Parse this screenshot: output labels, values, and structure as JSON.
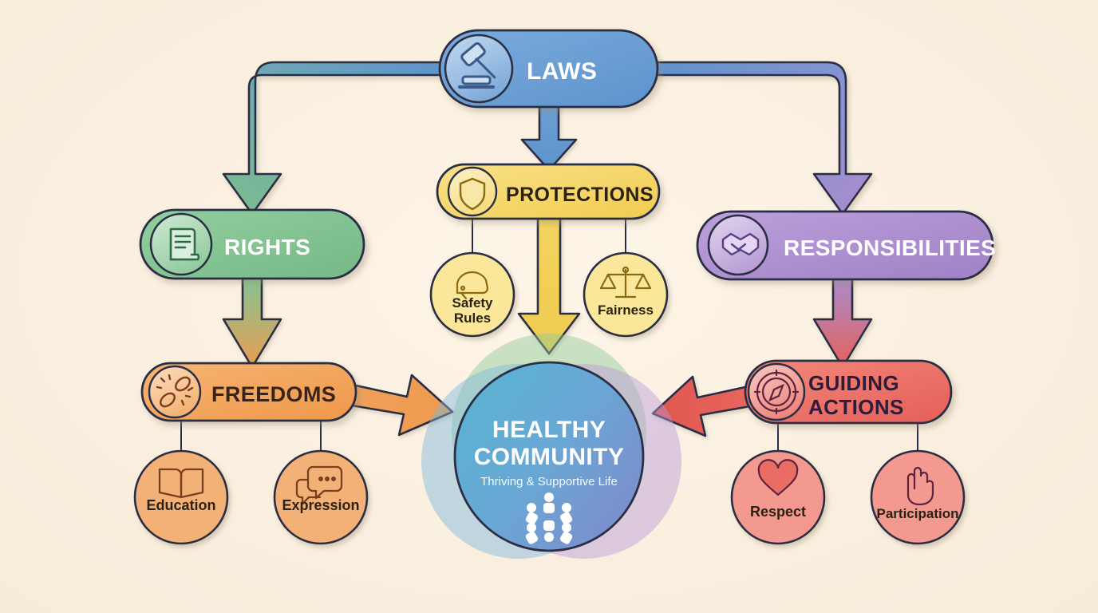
{
  "diagram": {
    "title": "Laws, Rights, Protections and Responsibilities flow",
    "background_color": "#fbf1e1",
    "stroke_color": "#2b2f45"
  },
  "nodes": {
    "laws": {
      "label": "LAWS",
      "icon": "gavel-icon",
      "fill_start": "#7aabdc",
      "fill_end": "#5d93cd",
      "text_color": "#ffffff"
    },
    "rights": {
      "label": "RIGHTS",
      "icon": "scroll-icon",
      "fill_start": "#8fc99a",
      "fill_end": "#76bb88",
      "text_color": "#ffffff"
    },
    "protections": {
      "label": "PROTECTIONS",
      "icon": "shield-icon",
      "fill_start": "#f7dd79",
      "fill_end": "#f2cf55",
      "text_color": "#2b2214"
    },
    "responsibilities": {
      "label": "RESPONSIBILITIES",
      "icon": "handshake-icon",
      "fill_start": "#b79ad6",
      "fill_end": "#a183c8",
      "text_color": "#ffffff"
    },
    "freedoms": {
      "label": "FREEDOMS",
      "icon": "broken-chain-icon",
      "fill_start": "#f5ae68",
      "fill_end": "#ef9b4e",
      "text_color": "#3a2318"
    },
    "guiding_actions": {
      "label_line1": "GUIDING",
      "label_line2": "ACTIONS",
      "icon": "compass-icon",
      "fill_start": "#ef7f72",
      "fill_end": "#e6615c",
      "text_color": "#2e1c3a"
    },
    "center": {
      "title_line1": "HEALTHY",
      "title_line2": "COMMUNITY",
      "subtitle": "Thriving & Supportive Life",
      "icon": "people-circle-icon",
      "fill_start": "#62b4d6",
      "fill_end": "#7f8fd0",
      "text_color": "#ffffff",
      "halo_green": "#8fc99a",
      "halo_blue": "#79b6dd",
      "halo_purple": "#b79ad6"
    }
  },
  "leaves": [
    {
      "id": "safety-rules",
      "label_line1": "Safety",
      "label_line2": "Rules",
      "icon": "helmet-icon",
      "fill": "#fbe79a",
      "text_color": "#2b2214"
    },
    {
      "id": "fairness",
      "label_line1": "Fairness",
      "label_line2": "",
      "icon": "scales-icon",
      "fill": "#fbe79a",
      "text_color": "#2b2214"
    },
    {
      "id": "education",
      "label_line1": "Education",
      "label_line2": "",
      "icon": "open-book-icon",
      "fill": "#f3b177",
      "text_color": "#2b2214"
    },
    {
      "id": "expression",
      "label_line1": "Expression",
      "label_line2": "",
      "icon": "speech-bubbles-icon",
      "fill": "#f3b177",
      "text_color": "#2b2214"
    },
    {
      "id": "respect",
      "label_line1": "Respect",
      "label_line2": "",
      "icon": "heart-icon",
      "fill": "#f4998f",
      "text_color": "#2b2214"
    },
    {
      "id": "participation",
      "label_line1": "Participation",
      "label_line2": "",
      "icon": "raised-hand-icon",
      "fill": "#f4998f",
      "text_color": "#2b2214"
    }
  ],
  "connectors": [
    {
      "id": "laws-to-rights",
      "from": "LAWS",
      "to": "RIGHTS",
      "from_color": "#5d93cd",
      "to_color": "#76bb88"
    },
    {
      "id": "laws-to-protections",
      "from": "LAWS",
      "to": "PROTECTIONS",
      "from_color": "#5d93cd",
      "to_color": "#5d93cd"
    },
    {
      "id": "laws-to-responsibilities",
      "from": "LAWS",
      "to": "RESPONSIBILITIES",
      "from_color": "#5d93cd",
      "to_color": "#a183c8"
    },
    {
      "id": "rights-to-freedoms",
      "from": "RIGHTS",
      "to": "FREEDOMS",
      "from_color": "#76bb88",
      "to_color": "#ef9b4e"
    },
    {
      "id": "protections-to-center",
      "from": "PROTECTIONS",
      "to": "HEALTHY COMMUNITY",
      "from_color": "#f2cf55",
      "to_color": "#f2cf55"
    },
    {
      "id": "responsibilities-to-guiding-actions",
      "from": "RESPONSIBILITIES",
      "to": "GUIDING ACTIONS",
      "from_color": "#a183c8",
      "to_color": "#e6615c"
    },
    {
      "id": "freedoms-to-center",
      "from": "FREEDOMS",
      "to": "HEALTHY COMMUNITY",
      "from_color": "#ef9b4e",
      "to_color": "#ef9b4e"
    },
    {
      "id": "guiding-actions-to-center",
      "from": "GUIDING ACTIONS",
      "to": "HEALTHY COMMUNITY",
      "from_color": "#e6615c",
      "to_color": "#e6615c"
    }
  ]
}
